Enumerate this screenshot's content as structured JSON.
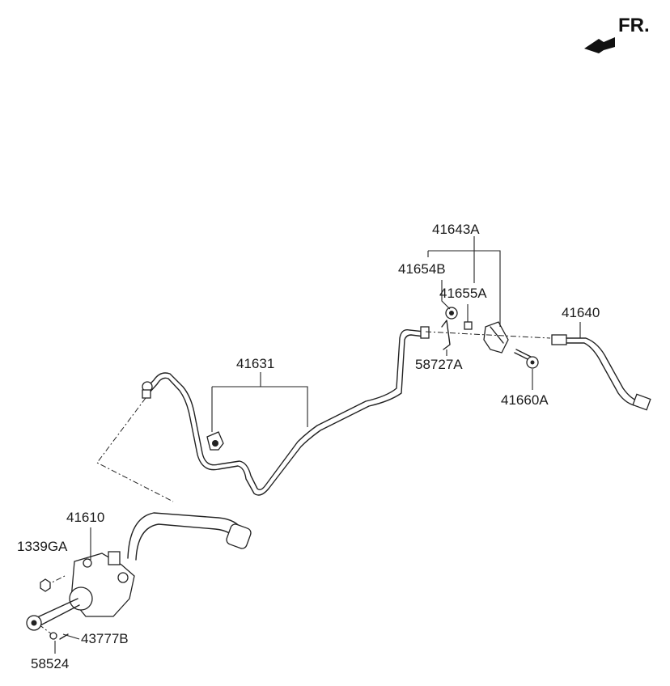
{
  "direction": {
    "text": "FR."
  },
  "labels": {
    "l41643A": "41643A",
    "l41654B": "41654B",
    "l41655A": "41655A",
    "l41640": "41640",
    "l58727A": "58727A",
    "l41660A": "41660A",
    "l41631": "41631",
    "l41610": "41610",
    "l1339GA": "1339GA",
    "l43777B": "43777B",
    "l58524": "58524"
  }
}
